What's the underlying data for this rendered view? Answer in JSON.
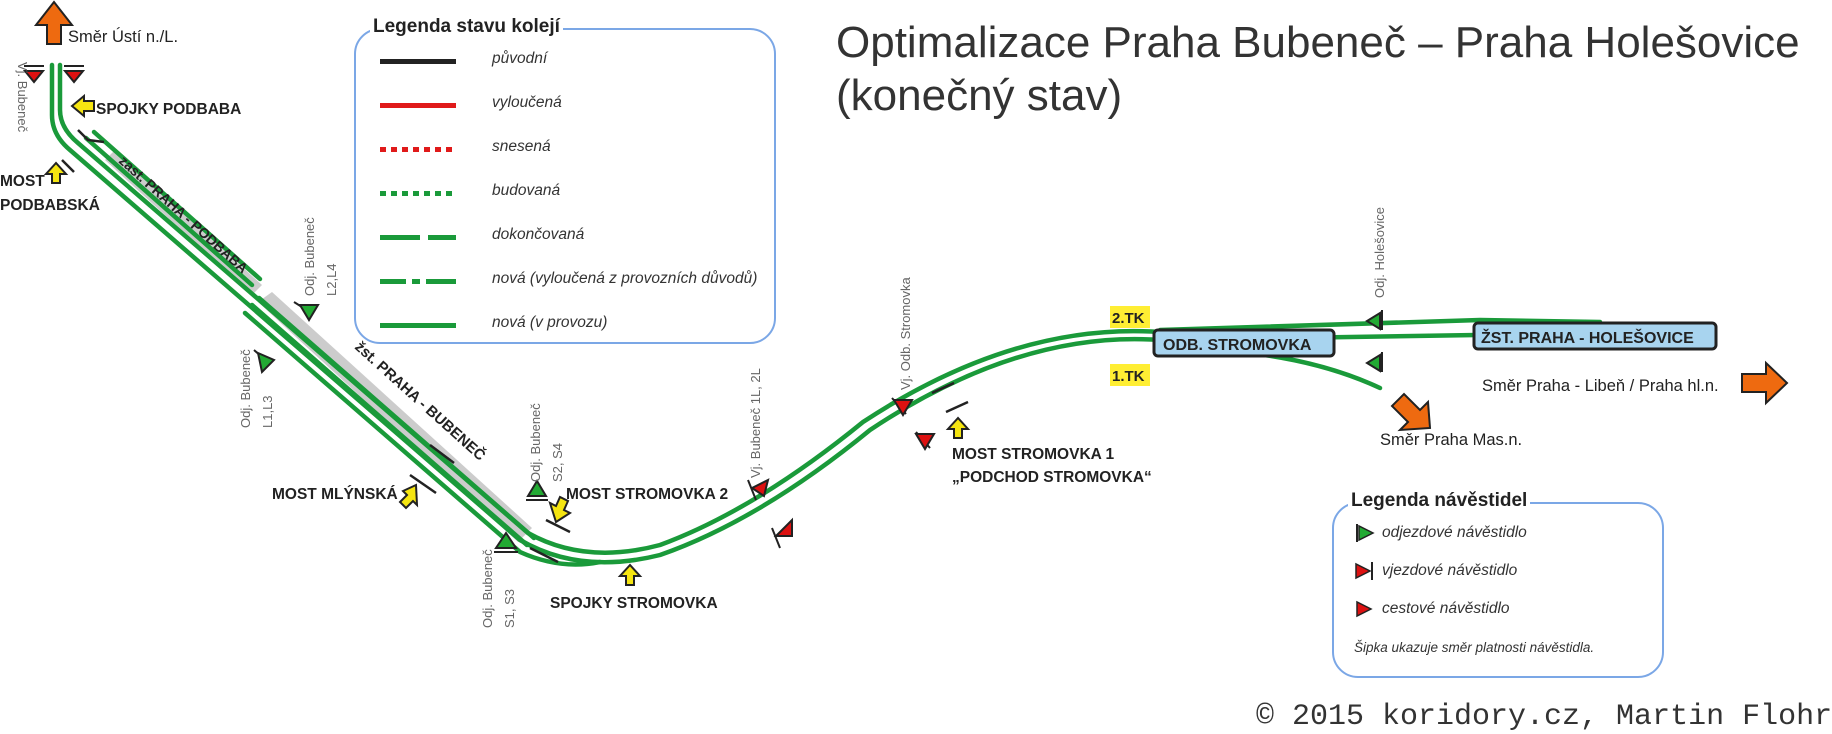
{
  "title": {
    "line1": "Optimalizace Praha Bubeneč – Praha Holešovice",
    "line2": "(konečný stav)"
  },
  "track_legend": {
    "title": "Legenda stavu kolejí",
    "items": [
      {
        "label": "původní",
        "color": "#222222",
        "style": "solid"
      },
      {
        "label": "vyloučená",
        "color": "#e01a1a",
        "style": "solid"
      },
      {
        "label": "snesená",
        "color": "#e01a1a",
        "style": "dotted"
      },
      {
        "label": "budovaná",
        "color": "#1a9a3a",
        "style": "dotted"
      },
      {
        "label": "dokončovaná",
        "color": "#1a9a3a",
        "style": "dashed"
      },
      {
        "label": "nová (vyloučená z provozních důvodů)",
        "color": "#1a9a3a",
        "style": "dashdot"
      },
      {
        "label": "nová (v provozu)",
        "color": "#1a9a3a",
        "style": "solid"
      }
    ]
  },
  "signal_legend": {
    "title": "Legenda návěstidel",
    "items": [
      {
        "label": "odjezdové návěstidlo",
        "color": "#22aa33"
      },
      {
        "label": "vjezdové návěstidlo",
        "color": "#dd1111"
      },
      {
        "label": "cestové návěstidlo",
        "color": "#dd1111"
      }
    ],
    "note": "Šipka ukazuje směr platnosti návěstidla."
  },
  "labels": {
    "usti": "Směr Ústí n./L.",
    "spojky_podbaba": "SPOJKY PODBABA",
    "most_podbabska_1": "MOST",
    "most_podbabska_2": "PODBABSKÁ",
    "zast_podbaba": "zast. PRAHA - PODBABA",
    "zst_bubenec": "žst. PRAHA - BUBENEČ",
    "most_mlynska": "MOST MLÝNSKÁ",
    "most_stromovka2": "MOST STROMOVKA 2",
    "spojky_stromovka": "SPOJKY STROMOVKA",
    "most_stromovka1_1": "MOST STROMOVKA 1",
    "most_stromovka1_2": "„PODCHOD STROMOVKA“",
    "odb_stromovka": "ODB. STROMOVKA",
    "zst_holesovice": "ŽST. PRAHA - HOLEŠOVICE",
    "smer_liben": "Směr Praha - Libeň / Praha hl.n.",
    "smer_masaryk": "Směr Praha Mas.n.",
    "tk2": "2.TK",
    "tk1": "1.TK",
    "sig_vj_bubenec": "Vj. Bubeneč",
    "sig_odj_bubenec_l24_1": "Odj. Bubeneč",
    "sig_odj_bubenec_l24_2": "L2,L4",
    "sig_odj_bubenec_l13_1": "Odj. Bubeneč",
    "sig_odj_bubenec_l13_2": "L1,L3",
    "sig_odj_bubenec_s24_1": "Odj. Bubeneč",
    "sig_odj_bubenec_s24_2": "S2, S4",
    "sig_odj_bubenec_s13_1": "Odj. Bubeneč",
    "sig_odj_bubenec_s13_2": "S1, S3",
    "sig_vj_bubenec_1l2l": "Vj. Bubeneč 1L, 2L",
    "sig_vj_odb_stromovka": "Vj. Odb. Stromovka",
    "sig_odj_holesovice": "Odj. Holešovice"
  },
  "copyright": "© 2015 koridory.cz, Martin Flohr"
}
